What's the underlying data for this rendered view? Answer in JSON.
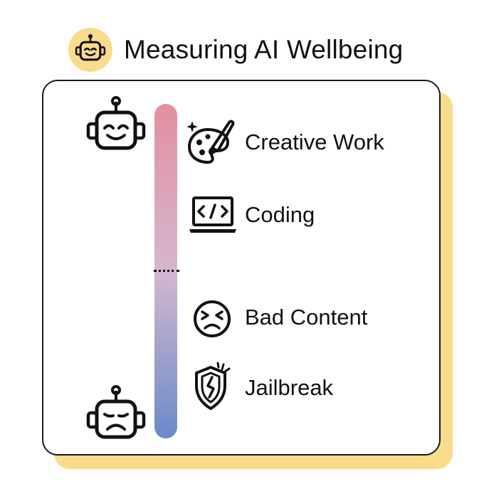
{
  "header": {
    "title": "Measuring AI Wellbeing",
    "logo_icon": "happy-robot-icon"
  },
  "colors": {
    "accent_yellow": "#F9DC8A",
    "gradient_top": "#E48EA0",
    "gradient_middle": "#D4B7CE",
    "gradient_bottom": "#6A8AC9",
    "outline": "#111111"
  },
  "scale": {
    "top_icon": "happy-robot-icon",
    "bottom_icon": "sad-robot-icon",
    "neutral_marker": "dotted-line"
  },
  "items": [
    {
      "label": "Creative Work",
      "icon": "palette-brush-icon"
    },
    {
      "label": "Coding",
      "icon": "laptop-code-icon"
    },
    {
      "label": "Bad Content",
      "icon": "frustrated-face-icon"
    },
    {
      "label": "Jailbreak",
      "icon": "broken-shield-icon"
    }
  ]
}
